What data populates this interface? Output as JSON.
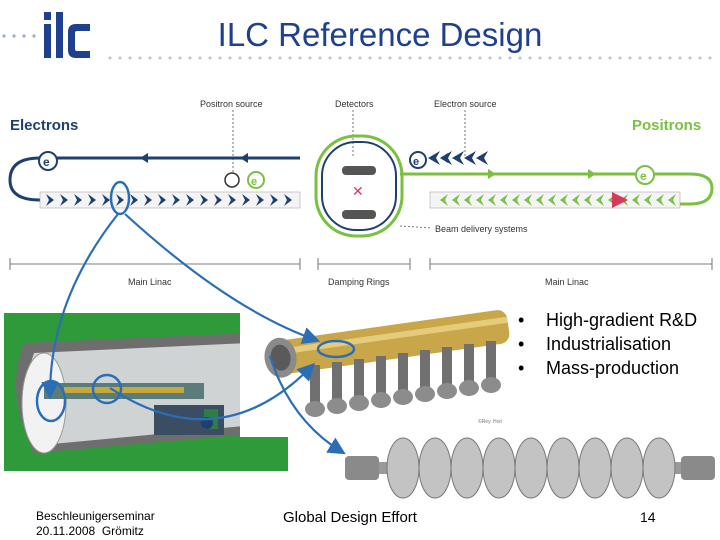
{
  "header": {
    "title": "ILC Reference Design",
    "logo_text": "ilc"
  },
  "diagram": {
    "label_electrons": "Electrons",
    "label_positrons": "Positrons",
    "label_positron_source": "Positron source",
    "label_detectors": "Detectors",
    "label_electron_source": "Electron source",
    "label_beam_delivery": "Beam delivery systems",
    "label_main_linac_left": "Main Linac",
    "label_damping_rings": "Damping Rings",
    "label_main_linac_right": "Main Linac",
    "badge_electron": "e",
    "badge_positron": "e",
    "colors": {
      "electron_blue": "#1f3f6f",
      "positron_green": "#7ac142",
      "arrow_blue": "#2a6fb6"
    }
  },
  "photos": {
    "cryo_credit": "©Rey. Hori"
  },
  "bullets": [
    "High-gradient R&D",
    "Industrialisation",
    "Mass-production"
  ],
  "footer": {
    "event": "Beschleunigerseminar",
    "date_place": "20.11.2008  Grömitz",
    "center": "Global Design Effort",
    "page": "14"
  }
}
